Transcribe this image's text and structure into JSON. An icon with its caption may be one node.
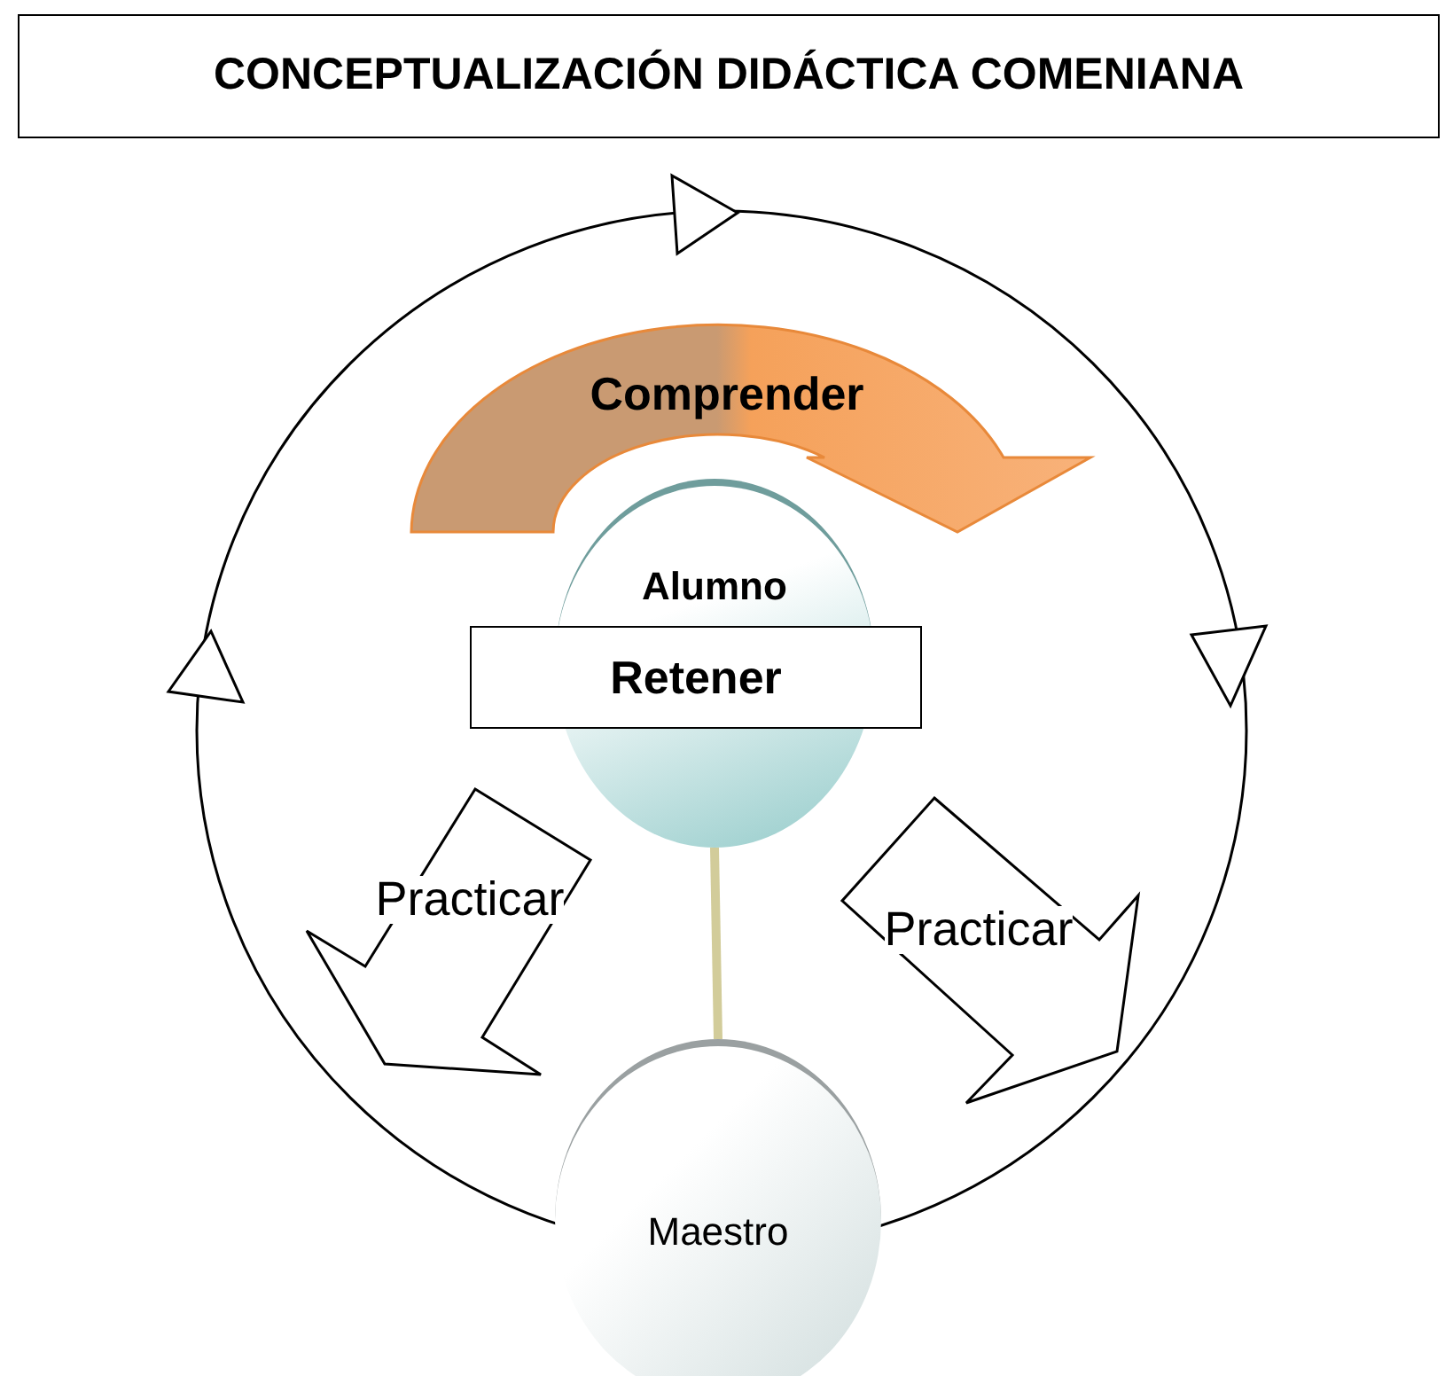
{
  "diagram": {
    "title": "CONCEPTUALIZACIÓN DIDÁCTICA COMENIANA",
    "nodes": [
      {
        "text": [
          "Alumno"
        ]
      },
      {
        "text": [
          "Retener"
        ]
      },
      {
        "text": [
          "Maestro"
        ]
      },
      {
        "text": [
          "Comprender"
        ]
      },
      {
        "text": [
          "Practicar"
        ]
      },
      {
        "text": [
          "Practicar"
        ]
      }
    ],
    "edges": [
      {
        "from": 0,
        "to": 2,
        "arrow": "none",
        "color": "#d2cc9a"
      }
    ]
  }
}
